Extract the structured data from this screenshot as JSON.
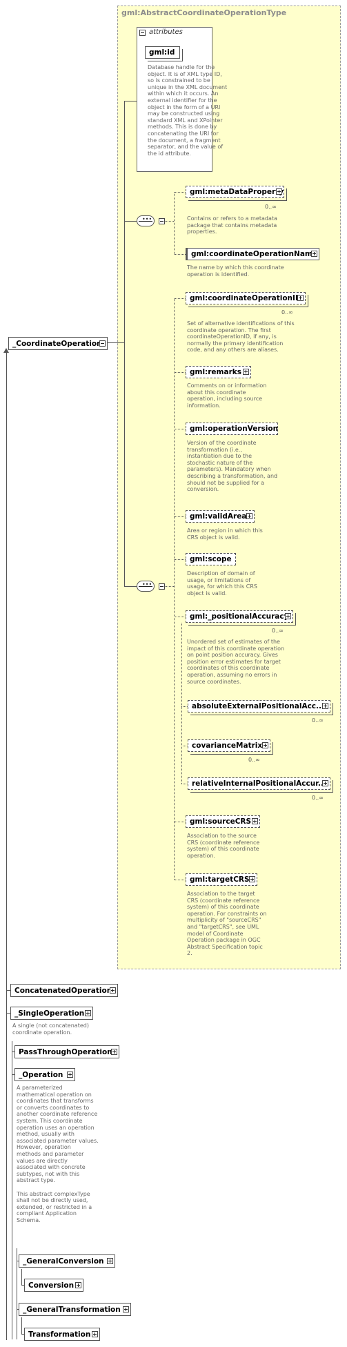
{
  "container": {
    "title": "gml:AbstractCoordinateOperationType"
  },
  "attributes": {
    "title": "attributes",
    "id_label": "gml:id",
    "id_desc": "Database handle for the\nobject.  It is of XML type ID,\nso is constrained to be\nunique in the XML document\nwithin which it occurs.  An\nexternal identifier for the\nobject in the form of a URI\nmay be constructed using\nstandard XML and XPointer\nmethods.  This is done by\nconcatenating the URI for\nthe document, a fragment\nseparator, and the value of\nthe id attribute."
  },
  "group1": [
    {
      "label": "gml:metaDataProperty",
      "card": "0..∞",
      "desc": "Contains or refers to a metadata\npackage that contains metadata\nproperties."
    },
    {
      "label": "gml:coordinateOperationName",
      "card": "",
      "desc": "The name by which this coordinate\noperation is identified."
    }
  ],
  "group2": [
    {
      "label": "gml:coordinateOperationID",
      "card": "0..∞",
      "desc": "Set of alternative identifications of this\ncoordinate operation. The first\ncoordinateOperationID, if any, is\nnormally the primary identification\ncode, and any others are aliases."
    },
    {
      "label": "gml:remarks",
      "card": "",
      "desc": "Comments on or information\nabout this coordinate\noperation, including source\ninformation."
    },
    {
      "label": "gml:operationVersion",
      "card": "",
      "desc": "Version of the coordinate\ntransformation (i.e.,\ninstantiation due to the\nstochastic nature of the\nparameters). Mandatory when\ndescribing a transformation, and\nshould not be supplied for a\nconversion."
    },
    {
      "label": "gml:validArea",
      "card": "",
      "desc": "Area or region in which this\nCRS object is valid."
    },
    {
      "label": "gml:scope",
      "card": "",
      "desc": "Description of domain of\nusage, or limitations of\nusage, for which this CRS\nobject is valid."
    },
    {
      "label": "gml:_positionalAccuracy",
      "card": "0..∞",
      "desc": "Unordered set of estimates of the\nimpact of this coordinate operation\non point position accuracy. Gives\nposition error estimates for target\ncoordinates of this coordinate\noperation, assuming no errors in\nsource coordinates."
    },
    {
      "label": "gml:sourceCRS",
      "card": "",
      "desc": "Association to the source\nCRS (coordinate reference\nsystem) of this coordinate\noperation."
    },
    {
      "label": "gml:targetCRS",
      "card": "",
      "desc": "Association to the target\nCRS (coordinate reference\nsystem) of this coordinate\noperation. For constraints on\nmultiplicity of \"sourceCRS\"\nand \"targetCRS\", see UML\nmodel of Coordinate\nOperation package in OGC\nAbstract Specification topic\n2."
    }
  ],
  "accuracy_subs": [
    {
      "label": "absoluteExternalPositionalAcc...",
      "card": "0..∞"
    },
    {
      "label": "covarianceMatrix",
      "card": "0..∞"
    },
    {
      "label": "relativeInternalPositionalAccur...",
      "card": "0..∞"
    }
  ],
  "hierarchy": {
    "root": "_CoordinateOperation",
    "concatenated": "ConcatenatedOperation",
    "single": "_SingleOperation",
    "single_desc": "A single (not concatenated)\ncoordinate operation.",
    "passthrough": "PassThroughOperation",
    "operation": "_Operation",
    "operation_desc": "A parameterized\nmathematical operation on\ncoordinates that transforms\nor converts coordinates to\nanother coordinate reference\nsystem. This coordinate\noperation uses an operation\nmethod, usually with\nassociated parameter values.\nHowever, operation\nmethods and parameter\nvalues are directly\nassociated with concrete\nsubtypes, not with this\nabstract type.\n\nThis abstract complexType\nshall not be directly used,\nextended, or restricted in a\ncompliant Application\nSchema.",
    "general_conversion": "_GeneralConversion",
    "conversion": "Conversion",
    "general_transformation": "_GeneralTransformation",
    "transformation": "Transformation"
  },
  "colors": {
    "container_fill": "#ffffcc",
    "border": "#555555",
    "desc_text": "#666666"
  }
}
